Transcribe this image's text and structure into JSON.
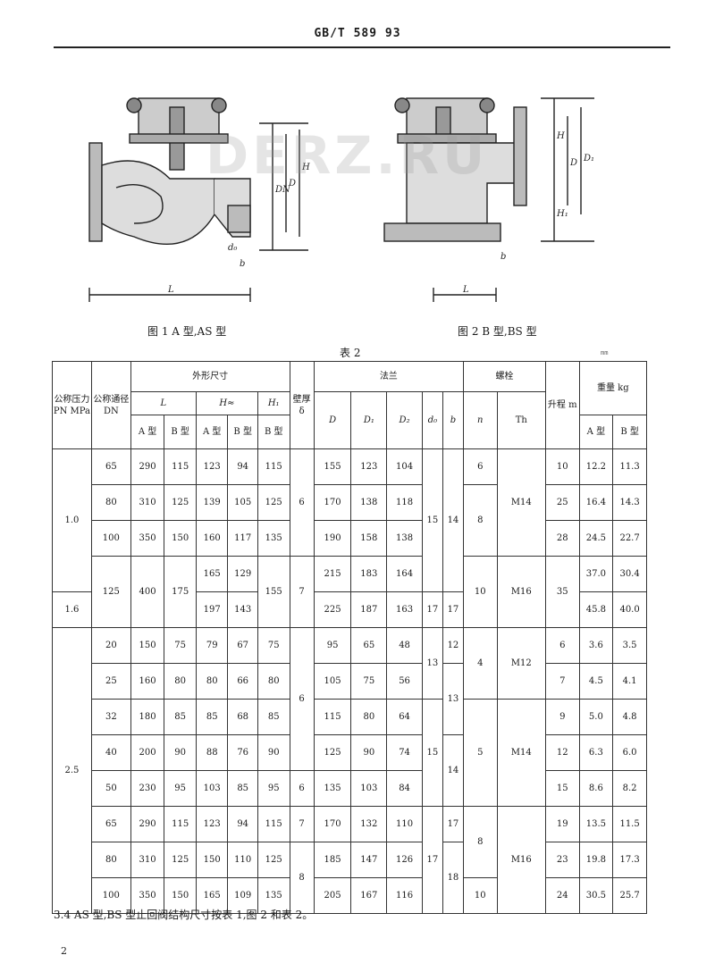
{
  "header": {
    "standard": "GB/T 589 93"
  },
  "figures": [
    {
      "caption": "图 1  A 型,AS 型"
    },
    {
      "caption": "图 2  B 型,BS 型"
    }
  ],
  "table": {
    "title": "表 2",
    "unit_mark": "mm",
    "headers": {
      "pn": "公称压力 PN MPa",
      "dn": "公称通径 DN",
      "outline": "外形尺寸",
      "L": "L",
      "H": "H≈",
      "H1": "H₁",
      "wall": "壁厚 δ",
      "flange": "法兰",
      "D": "D",
      "D1": "D₁",
      "D2": "D₂",
      "d0": "d₀",
      "b": "b",
      "bolt": "螺栓",
      "n": "n",
      "Th": "Th",
      "handle": "升程 m",
      "mass": "重量 kg",
      "a_type": "A 型",
      "b_type": "B 型"
    },
    "pn_values": [
      "1.0",
      "1.6",
      "2.5"
    ],
    "rows": [
      {
        "dn": "65",
        "La": "290",
        "Lb": "115",
        "Ha": "123",
        "Hb": "94",
        "H1": "115",
        "D": "155",
        "D1": "123",
        "D2": "104",
        "m": "10",
        "wa": "12.2",
        "wb": "11.3"
      },
      {
        "dn": "80",
        "La": "310",
        "Lb": "125",
        "Ha": "139",
        "Hb": "105",
        "H1": "125",
        "D": "170",
        "D1": "138",
        "D2": "118",
        "m": "25",
        "wa": "16.4",
        "wb": "14.3"
      },
      {
        "dn": "100",
        "La": "350",
        "Lb": "150",
        "Ha": "160",
        "Hb": "117",
        "H1": "135",
        "D": "190",
        "D1": "158",
        "D2": "138",
        "m": "28",
        "wa": "24.5",
        "wb": "22.7"
      },
      {
        "dn": "125",
        "La": "400",
        "Lb": "175",
        "Ha": "165",
        "Hb": "129",
        "D": "215",
        "D1": "183",
        "D2": "164",
        "wa": "37.0",
        "wb": "30.4"
      },
      {
        "Ha": "197",
        "Hb": "143",
        "D": "225",
        "D1": "187",
        "D2": "163",
        "wa": "45.8",
        "wb": "40.0"
      },
      {
        "dn": "20",
        "La": "150",
        "Lb": "75",
        "Ha": "79",
        "Hb": "67",
        "H1": "75",
        "D": "95",
        "D1": "65",
        "D2": "48",
        "m": "6",
        "wa": "3.6",
        "wb": "3.5"
      },
      {
        "dn": "25",
        "La": "160",
        "Lb": "80",
        "Ha": "80",
        "Hb": "66",
        "H1": "80",
        "D": "105",
        "D1": "75",
        "D2": "56",
        "m": "7",
        "wa": "4.5",
        "wb": "4.1"
      },
      {
        "dn": "32",
        "La": "180",
        "Lb": "85",
        "Ha": "85",
        "Hb": "68",
        "H1": "85",
        "D": "115",
        "D1": "80",
        "D2": "64",
        "m": "9",
        "wa": "5.0",
        "wb": "4.8"
      },
      {
        "dn": "40",
        "La": "200",
        "Lb": "90",
        "Ha": "88",
        "Hb": "76",
        "H1": "90",
        "D": "125",
        "D1": "90",
        "D2": "74",
        "m": "12",
        "wa": "6.3",
        "wb": "6.0"
      },
      {
        "dn": "50",
        "La": "230",
        "Lb": "95",
        "Ha": "103",
        "Hb": "85",
        "H1": "95",
        "D": "135",
        "D1": "103",
        "D2": "84",
        "m": "15",
        "wa": "8.6",
        "wb": "8.2"
      },
      {
        "dn": "65",
        "La": "290",
        "Lb": "115",
        "Ha": "123",
        "Hb": "94",
        "H1": "115",
        "D": "170",
        "D1": "132",
        "D2": "110",
        "m": "19",
        "wa": "13.5",
        "wb": "11.5"
      },
      {
        "dn": "80",
        "La": "310",
        "Lb": "125",
        "Ha": "150",
        "Hb": "110",
        "H1": "125",
        "D": "185",
        "D1": "147",
        "D2": "126",
        "m": "23",
        "wa": "19.8",
        "wb": "17.3"
      },
      {
        "dn": "100",
        "La": "350",
        "Lb": "150",
        "Ha": "165",
        "Hb": "109",
        "H1": "135",
        "D": "205",
        "D1": "167",
        "D2": "116",
        "m": "24",
        "wa": "30.5",
        "wb": "25.7"
      }
    ],
    "merged": {
      "wall_1": "6",
      "wall_2": "7",
      "wall_3": "6",
      "wall_4": "6",
      "wall_5": "7",
      "wall_6": "8",
      "d0_1": "15",
      "d0_2": "17",
      "d0_3": "13",
      "d0_4": "15",
      "d0_5": "17",
      "b_1": "14",
      "b_2": "17",
      "b_3": "12",
      "b_4": "13",
      "b_5": "14",
      "b_6": "17",
      "b_7": "18",
      "n_1": "6",
      "n_2": "8",
      "n_3": "10",
      "n_4": "4",
      "n_5": "5",
      "n_6": "8",
      "n_7": "10",
      "Th_1": "M14",
      "Th_2": "M16",
      "Th_3": "M12",
      "Th_4": "M14",
      "Th_5": "M16",
      "H1_125": "155",
      "m_125": "35"
    }
  },
  "note": "3.4  AS 型,BS 型止回阀结构尺寸按表 1,图 2 和表 2。",
  "page_number": "2"
}
